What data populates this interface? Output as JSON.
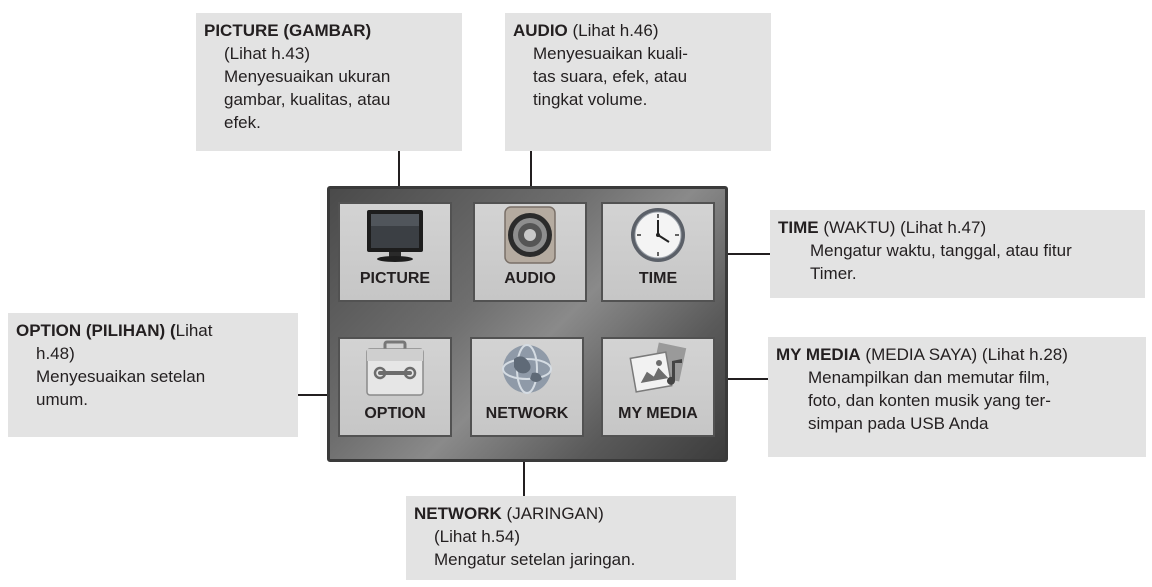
{
  "menu": {
    "tiles": [
      {
        "label": "PICTURE",
        "icon": "tv-icon"
      },
      {
        "label": "AUDIO",
        "icon": "speaker-icon"
      },
      {
        "label": "TIME",
        "icon": "clock-icon"
      },
      {
        "label": "OPTION",
        "icon": "toolbox-icon"
      },
      {
        "label": "NETWORK",
        "icon": "globe-icon"
      },
      {
        "label": "MY MEDIA",
        "icon": "media-icon"
      }
    ]
  },
  "callouts": {
    "picture": {
      "title": "PICTURE (GAMBAR)",
      "lines": [
        "(Lihat h.43)",
        "Menyesuaikan ukuran",
        "gambar, kualitas, atau",
        "efek."
      ]
    },
    "audio": {
      "title": "AUDIO",
      "title_suffix": " (Lihat h.46)",
      "lines": [
        "Menyesuaikan kuali-",
        "tas suara, efek, atau",
        "tingkat volume."
      ]
    },
    "time": {
      "title": "TIME",
      "title_suffix": " (WAKTU) (Lihat h.47)",
      "lines": [
        "Mengatur waktu, tanggal, atau fitur",
        "Timer."
      ]
    },
    "option": {
      "title": "OPTION (PILIHAN) (",
      "title_suffix": "Lihat",
      "lines": [
        "h.48)",
        "Menyesuaikan setelan",
        "umum."
      ]
    },
    "my_media": {
      "title": "MY MEDIA",
      "title_suffix": " (MEDIA SAYA) (Lihat h.28)",
      "lines": [
        "Menampilkan dan memutar film,",
        "foto, dan konten musik yang ter-",
        "simpan pada USB Anda"
      ]
    },
    "network": {
      "title": "NETWORK",
      "title_suffix": " (JARINGAN)",
      "lines": [
        "(Lihat h.54)",
        "Mengatur setelan jaringan."
      ]
    }
  }
}
